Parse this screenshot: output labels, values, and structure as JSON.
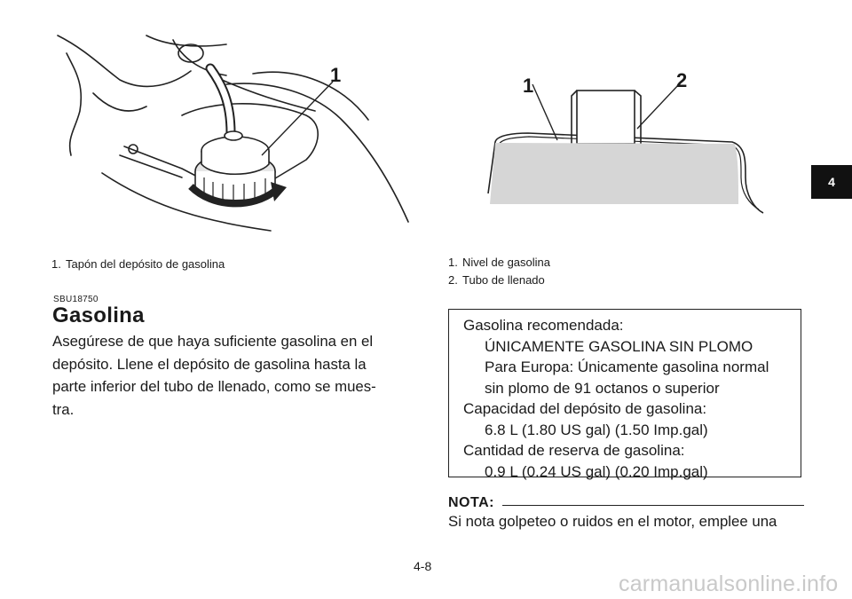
{
  "figures": {
    "left": {
      "callout_1": "1",
      "caption": {
        "num": "1.",
        "text": "Tapón del depósito de gasolina"
      }
    },
    "right": {
      "callout_1": "1",
      "callout_2": "2",
      "captions": [
        {
          "num": "1.",
          "text": "Nivel de gasolina"
        },
        {
          "num": "2.",
          "text": "Tubo de llenado"
        }
      ]
    }
  },
  "section": {
    "code": "SBU18750",
    "title": "Gasolina",
    "body_lines": [
      "Asegúrese de que haya suficiente gasolina en el",
      "depósito. Llene el depósito de gasolina hasta la",
      "parte inferior del tubo de llenado, como se mues-",
      "tra."
    ]
  },
  "spec_box": {
    "lines": [
      {
        "text": "Gasolina recomendada:",
        "indent": false
      },
      {
        "text": "ÚNICAMENTE GASOLINA SIN PLOMO",
        "indent": true
      },
      {
        "text": "Para Europa: Únicamente gasolina normal",
        "indent": true
      },
      {
        "text": "sin plomo de 91 octanos o superior",
        "indent": true
      },
      {
        "text": "Capacidad del depósito de gasolina:",
        "indent": false
      },
      {
        "text": "6.8 L (1.80 US gal) (1.50 Imp.gal)",
        "indent": true
      },
      {
        "text": "Cantidad de reserva de gasolina:",
        "indent": false
      },
      {
        "text": "0.9 L (0.24 US gal) (0.20 Imp.gal)",
        "indent": true
      }
    ]
  },
  "nota": {
    "label": "NOTA:",
    "text": "Si nota golpeteo o ruidos en el motor, emplee una"
  },
  "tab_label": "4",
  "page_number": "4-8",
  "watermark": "carmanualsonline.info"
}
